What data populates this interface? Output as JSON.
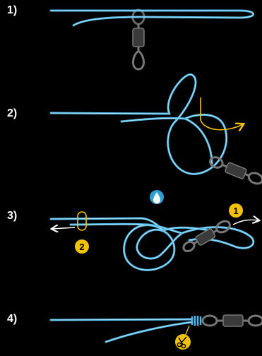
{
  "steps": [
    {
      "label": "1)"
    },
    {
      "label": "2)"
    },
    {
      "label": "3)"
    },
    {
      "label": "4)"
    }
  ],
  "badges": {
    "first": "1",
    "second": "2"
  },
  "icons": {
    "drop": "water-drop-icon",
    "scissors": "scissors-icon"
  },
  "colors": {
    "line": "#4fb8e6",
    "line_highlight": "#bfe9fb",
    "arrow": "#f2c200",
    "badge": "#f2c200",
    "drop_badge": "#2a9fd8",
    "swivel": "#555555",
    "background": "#000000"
  }
}
